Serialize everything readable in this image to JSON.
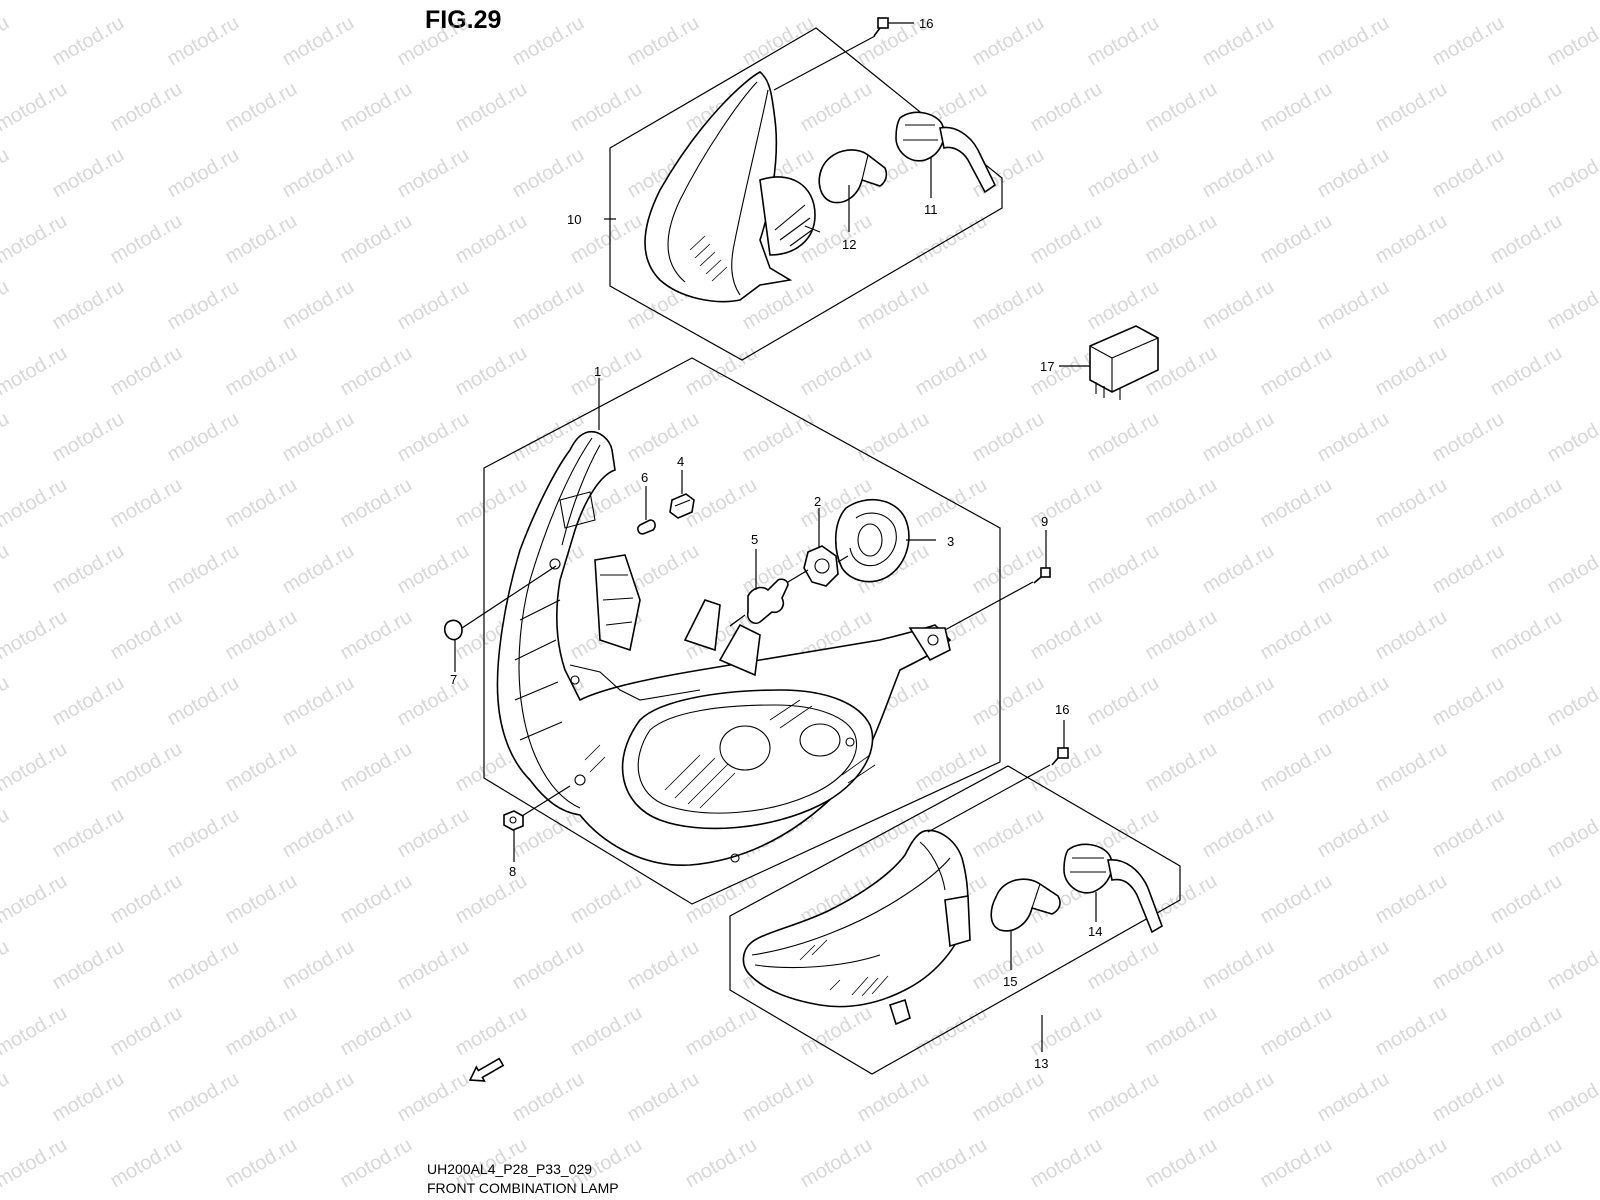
{
  "figure_title": "FIG.29",
  "drawing_code": "UH200AL4_P28_P33_029",
  "caption": "FRONT COMBINATION LAMP",
  "watermark": "motod.ru",
  "fwd_label": "FWD",
  "callouts": {
    "c1": "1",
    "c2": "2",
    "c3": "3",
    "c4": "4",
    "c5": "5",
    "c6": "6",
    "c7": "7",
    "c8": "8",
    "c9": "9",
    "c10": "10",
    "c11": "11",
    "c12": "12",
    "c13": "13",
    "c14": "14",
    "c15": "15",
    "c16a": "16",
    "c16b": "16",
    "c17": "17"
  }
}
